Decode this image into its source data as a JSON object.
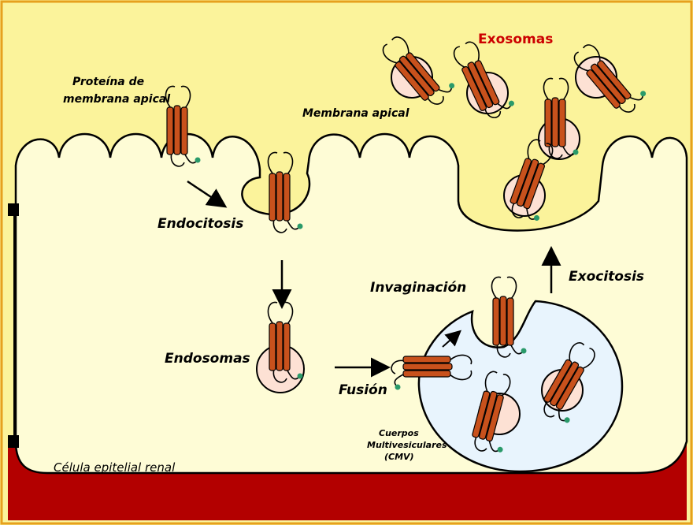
{
  "labels": {
    "exosomas": "Exosomas",
    "protein_line1": "Proteína de",
    "protein_line2": "membrana apical",
    "membrana_apical": "Membrana apical",
    "endocitosis": "Endocitosis",
    "endosomas": "Endosomas",
    "fusion": "Fusión",
    "invaginacion": "Invaginación",
    "exocitosis": "Exocitosis",
    "cmv_line1": "Cuerpos",
    "cmv_line2": "Multivesiculares",
    "cmv_line3": "(CMV)",
    "cell": "Célula epitelial renal"
  },
  "colors": {
    "lumen": "#fbf39b",
    "cytoplasm": "#fefcd6",
    "basal": "#b30000",
    "frame": "#e6a01e",
    "vesicle": "#fde1d4",
    "mvb": "#e8f4fd",
    "protein": "#c8511c",
    "tag": "#2a9a6a",
    "accent_text": "#cc0000"
  }
}
